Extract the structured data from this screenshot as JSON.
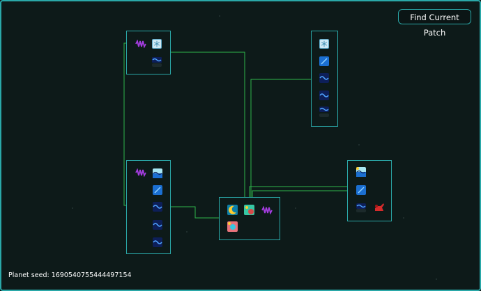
{
  "header": {
    "find_button": "Find Current Patch"
  },
  "footer": {
    "planet_seed": "Planet seed: 1690540755444497154"
  },
  "colors": {
    "background": "#0d1a19",
    "frame": "#2aa8a8",
    "connector": "#2fb54a",
    "text": "#ffffff"
  },
  "patches": [
    {
      "id": "patch-top-left",
      "nodes": [
        "purple-wave-icon",
        "snowflake-icon",
        "wave-icon",
        "dark-block-icon"
      ]
    },
    {
      "id": "patch-top-right",
      "nodes": [
        "snowflake-icon",
        "blue-diamond-icon",
        "wave-icon",
        "wave-icon",
        "wave-icon",
        "dark-block-icon"
      ]
    },
    {
      "id": "patch-mid-left",
      "nodes": [
        "purple-wave-icon",
        "cyan-wave-icon",
        "blue-diamond-icon",
        "wave-icon",
        "wave-icon",
        "wave-icon"
      ]
    },
    {
      "id": "patch-bottom-center",
      "nodes": [
        "cyan-crescent-icon",
        "mauve-orb-icon",
        "purple-wave-icon",
        "pink-orb-icon"
      ]
    },
    {
      "id": "patch-right",
      "nodes": [
        "cyan-wave-icon",
        "blue-diamond-icon",
        "wave-icon",
        "red-robot-icon"
      ]
    }
  ]
}
